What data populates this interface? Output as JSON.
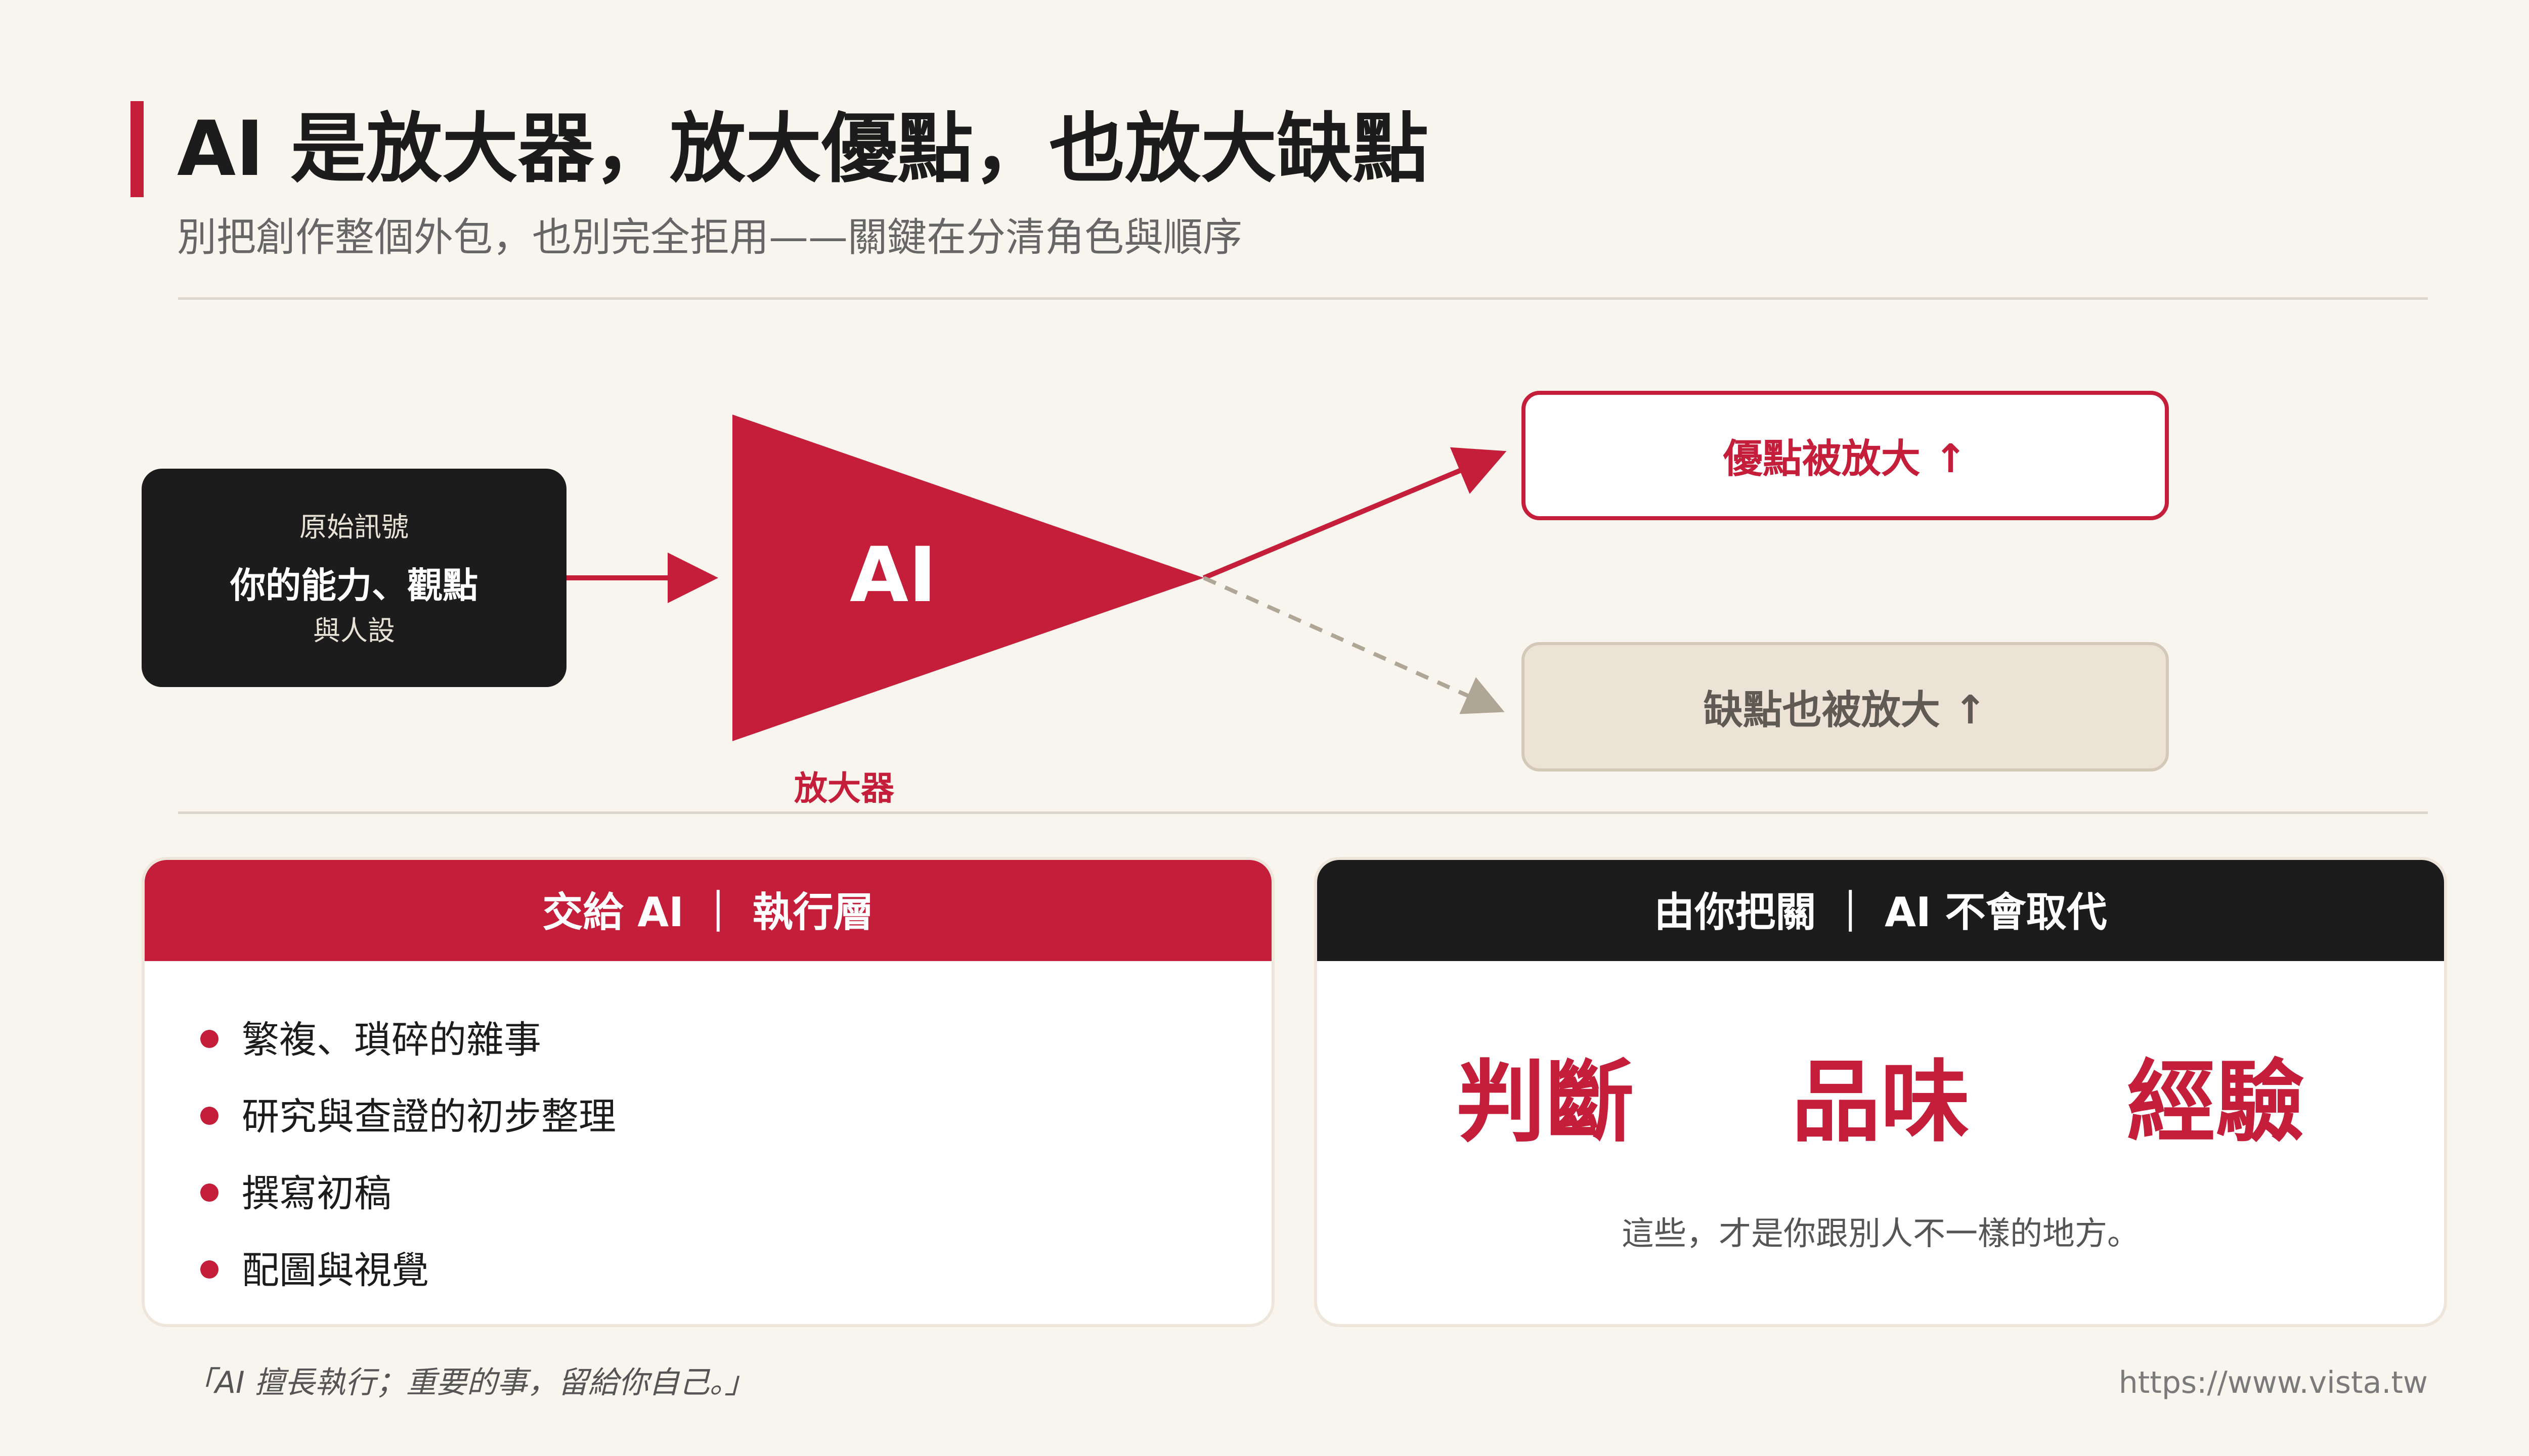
{
  "header": {
    "title": "AI 是放大器，放大優點，也放大缺點",
    "subtitle": "別把創作整個外包，也別完全拒用——關鍵在分清角色與順序"
  },
  "diagram": {
    "source": {
      "label": "原始訊號",
      "main": "你的能力、觀點",
      "sub": "與人設"
    },
    "amplifier": {
      "symbol": "AI",
      "label": "放大器"
    },
    "outputs": {
      "good": "優點被放大 ↑",
      "bad": "缺點也被放大 ↑"
    }
  },
  "cards": {
    "left": {
      "header": "交給 AI ｜ 執行層",
      "items": [
        "繁複、瑣碎的雜事",
        "研究與查證的初步整理",
        "撰寫初稿",
        "配圖與視覺"
      ]
    },
    "right": {
      "header": "由你把關 ｜ AI 不會取代",
      "skills": [
        "判斷",
        "品味",
        "經驗"
      ],
      "note": "這些，才是你跟別人不一樣的地方。"
    }
  },
  "footer": {
    "quote": "「AI 擅長執行；重要的事，留給你自己。」",
    "url": "https://www.vista.tw"
  },
  "colors": {
    "accent": "#c41e3a",
    "dark": "#1c1c1c",
    "background": "#f8f4ee",
    "muted_box": "#ece3d6"
  }
}
